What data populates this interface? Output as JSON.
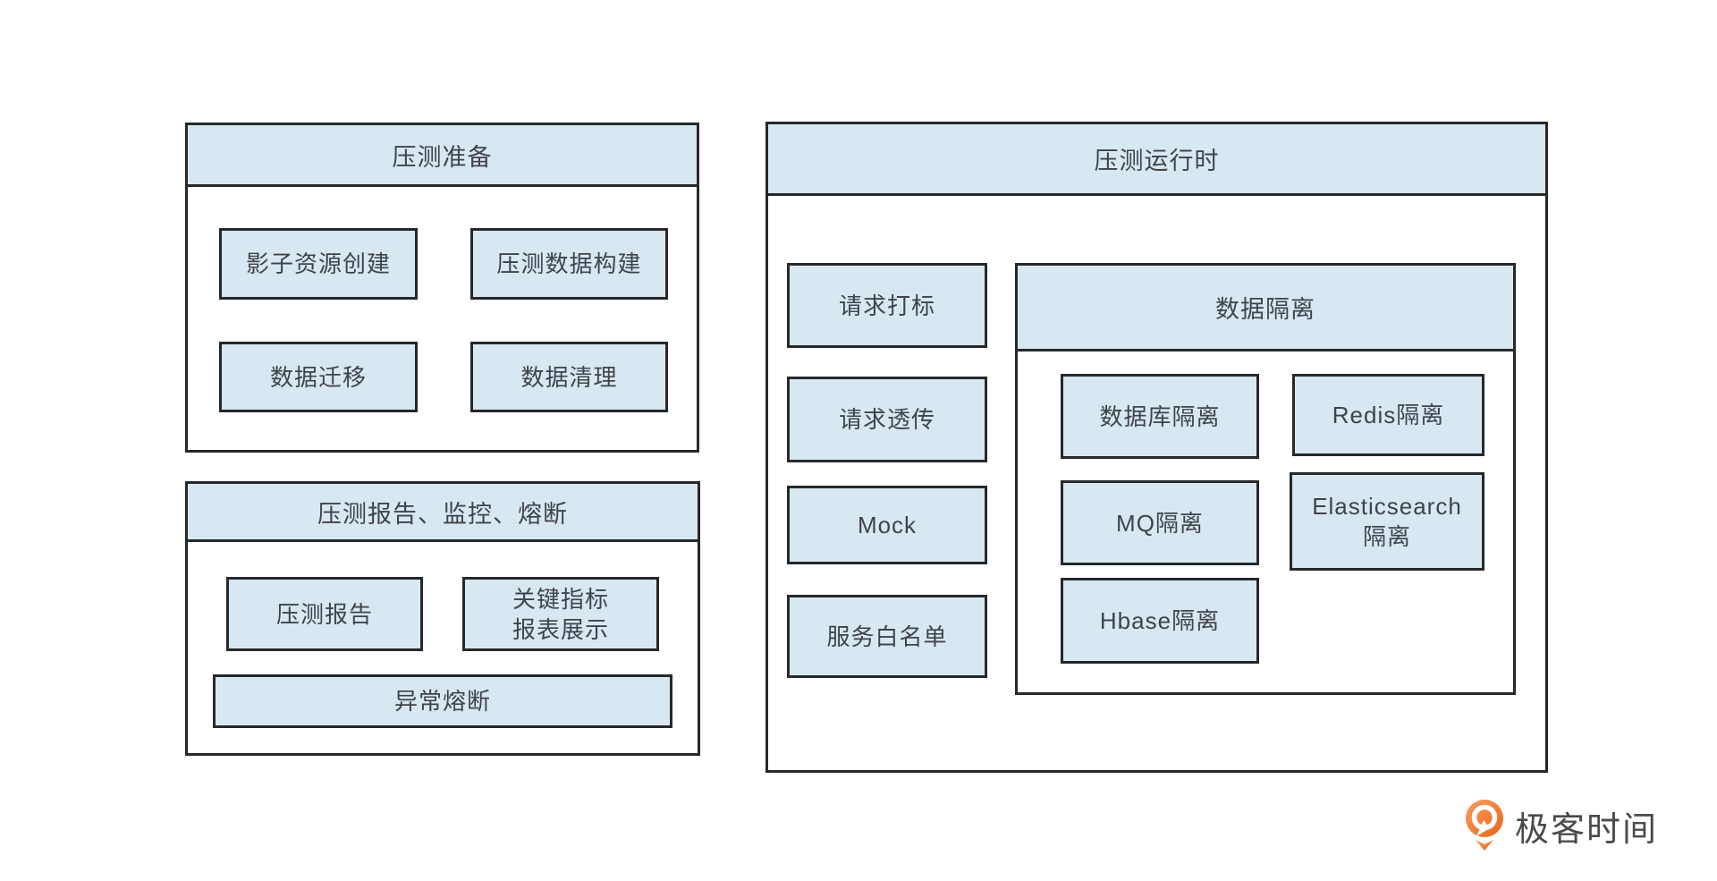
{
  "colors": {
    "box_fill": "#d8e8f2",
    "border": "#26282a",
    "text": "#3f4449",
    "logo_orange": "#ed6c1f",
    "logo_text_color": "#4a4a4a"
  },
  "panels": {
    "prep": {
      "title": "压测准备",
      "items": [
        "影子资源创建",
        "压测数据构建",
        "数据迁移",
        "数据清理"
      ]
    },
    "report": {
      "title": "压测报告、监控、熔断",
      "items": [
        "压测报告",
        "关键指标\n报表展示",
        "异常熔断"
      ]
    },
    "runtime": {
      "title": "压测运行时",
      "items": [
        "请求打标",
        "请求透传",
        "Mock",
        "服务白名单"
      ]
    },
    "isolation": {
      "title": "数据隔离",
      "items": [
        "数据库隔离",
        "Redis隔离",
        "MQ隔离",
        "Elasticsearch\n隔离",
        "Hbase隔离"
      ]
    }
  },
  "logo": {
    "text": "极客时间"
  }
}
